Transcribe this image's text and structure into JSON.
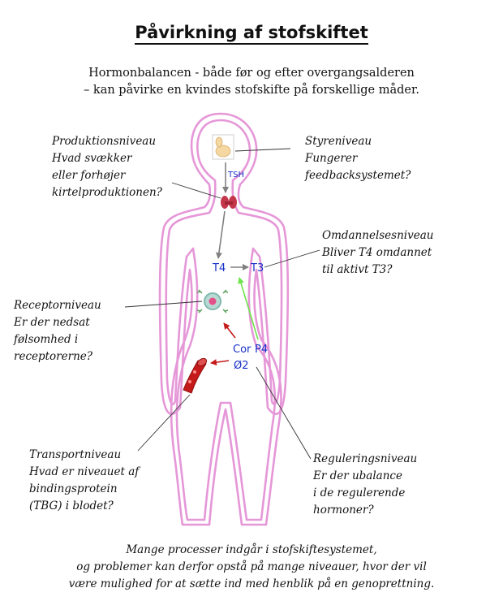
{
  "title": "Påvirkning af stofskiftet",
  "intro": {
    "line1": "Hormonbalancen - både før og efter overgangsalderen",
    "line2": "– kan påvirke en kvindes stofskifte på forskellige måder."
  },
  "labels": {
    "produktion": [
      "Produktionsniveau",
      "Hvad svækker",
      "eller forhøjer",
      "kirtelproduktionen?"
    ],
    "styre": [
      "Styreniveau",
      "Fungerer",
      "feedbacksystemet?"
    ],
    "omdannelse": [
      "Omdannelsesniveau",
      "Bliver T4 omdannet",
      "til aktivt T3?"
    ],
    "receptor": [
      "Receptorniveau",
      "Er der nedsat",
      "følsomhed i",
      "receptorerne?"
    ],
    "transport": [
      "Transportniveau",
      "Hvad er niveauet af",
      "bindingsprotein",
      "(TBG) i blodet?"
    ],
    "regulering": [
      "Reguleringsniveau",
      "Er der ubalance",
      "i de regulerende",
      "hormoner?"
    ]
  },
  "hormones": {
    "tsh": "TSH",
    "t4": "T4",
    "t3": "T3",
    "cor": "Cor",
    "p4": "P4",
    "o2": "Ø2"
  },
  "footer": {
    "line1": "Mange processer indgår i stofskiftesystemet,",
    "line2": "og problemer kan derfor opstå på mange niveauer, hvor der vil",
    "line3": "være mulighed for at sætte ind med henblik på en genoprettning."
  },
  "colors": {
    "body_outline": "#e597d8",
    "hormone_text": "#1730c8",
    "arrow_gray": "#808080",
    "arrow_green": "#6fe34a",
    "arrow_red": "#c41a1a",
    "thyroid": "#c4374a",
    "receptor_ring": "#7fb8ad",
    "receptor_core": "#e4508a"
  }
}
